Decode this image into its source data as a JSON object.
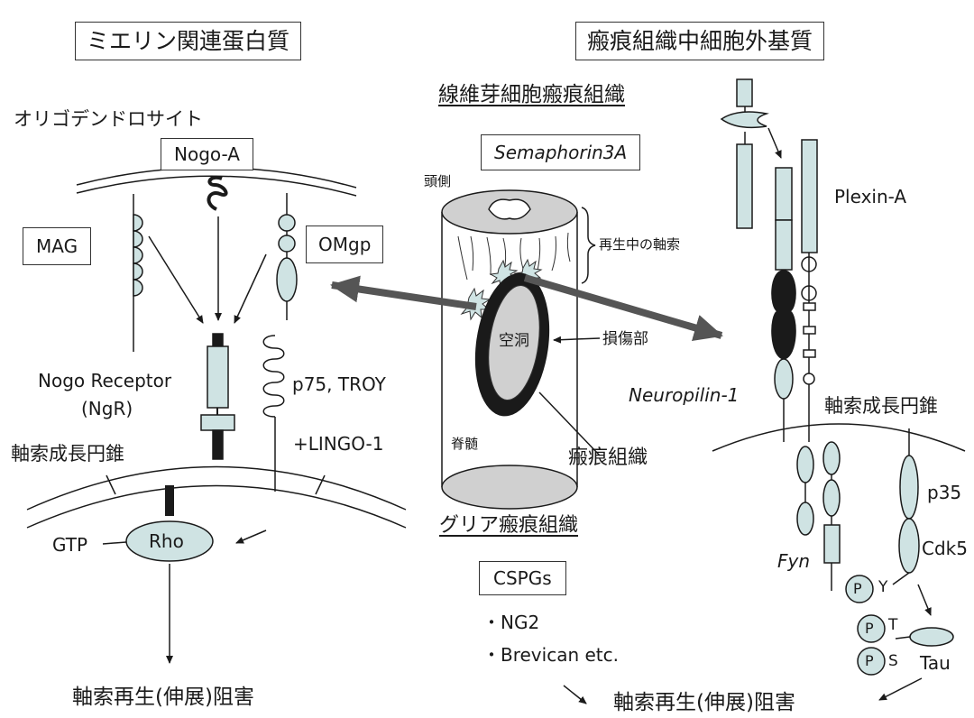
{
  "left": {
    "title": "ミエリン関連蛋白質",
    "oligodendrocyte": "オリゴデンドロサイト",
    "nogo_a": "Nogo-A",
    "mag": "MAG",
    "omgp": "OMgp",
    "nogo_receptor": "Nogo Receptor",
    "ngr": "(NgR)",
    "p75_troy": "p75, TROY",
    "lingo": "+LINGO-1",
    "growth_cone": "軸索成長円錐",
    "gtp": "GTP",
    "rho": "Rho",
    "inhibition": "軸索再生(伸展)阻害"
  },
  "center": {
    "fibroblast_scar": "線維芽細胞瘢痕組織",
    "semaphorin": "Semaphorin3A",
    "rostral": "頭側",
    "regenerating_axons": "再生中の軸索",
    "cavity": "空洞",
    "lesion": "損傷部",
    "spinal_cord": "脊髄",
    "scar_tissue": "瘢痕組織",
    "glial_scar": "グリア瘢痕組織",
    "cspgs": "CSPGs",
    "ng2": "・NG2",
    "brevican": "・Brevican etc.",
    "inhibition": "軸索再生(伸展)阻害"
  },
  "right": {
    "title": "瘢痕組織中細胞外基質",
    "plexin": "Plexin-A",
    "neuropilin": "Neuropilin-1",
    "growth_cone": "軸索成長円錐",
    "p35": "p35",
    "fyn": "Fyn",
    "cdk5": "Cdk5",
    "p_letter": "P",
    "y": "Y",
    "t": "T",
    "s": "S",
    "tau": "Tau"
  },
  "colors": {
    "protein_fill": "#cfe3e3",
    "line": "#1a1a1a",
    "arrow_gray": "#555555",
    "cavity_fill": "#d0d0d0"
  }
}
